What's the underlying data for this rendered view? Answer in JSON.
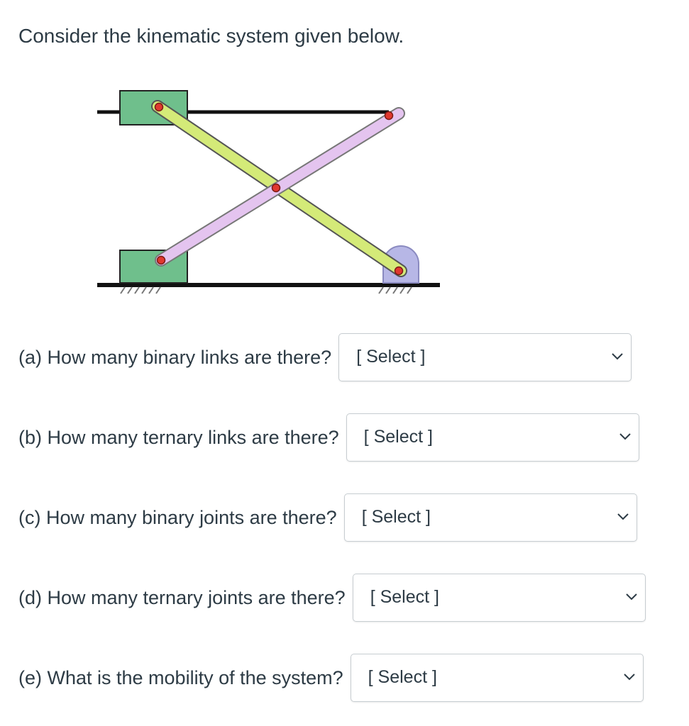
{
  "intro": "Consider the kinematic system given below.",
  "questions": [
    {
      "label": "(a) How many binary links are there?",
      "selected": "[ Select ]"
    },
    {
      "label": "(b) How many ternary links are there?",
      "selected": "[ Select ]"
    },
    {
      "label": "(c) How many binary joints are there?",
      "selected": "[ Select ]"
    },
    {
      "label": "(d) How many ternary joints are there?",
      "selected": "[ Select ]"
    },
    {
      "label": "(e) What is the mobility of the system?",
      "selected": "[ Select ]"
    }
  ],
  "icons": {
    "dropdown": "chevron-down-icon"
  },
  "colors": {
    "text": "#2d3b45",
    "slider_block": "#6fbf8c",
    "link_yellow": "#d4ea78",
    "link_pink": "#e4c4ef",
    "pin_red": "#e0382f",
    "pivot_support": "#b7b7e6",
    "select_border": "#c7cdd1"
  }
}
